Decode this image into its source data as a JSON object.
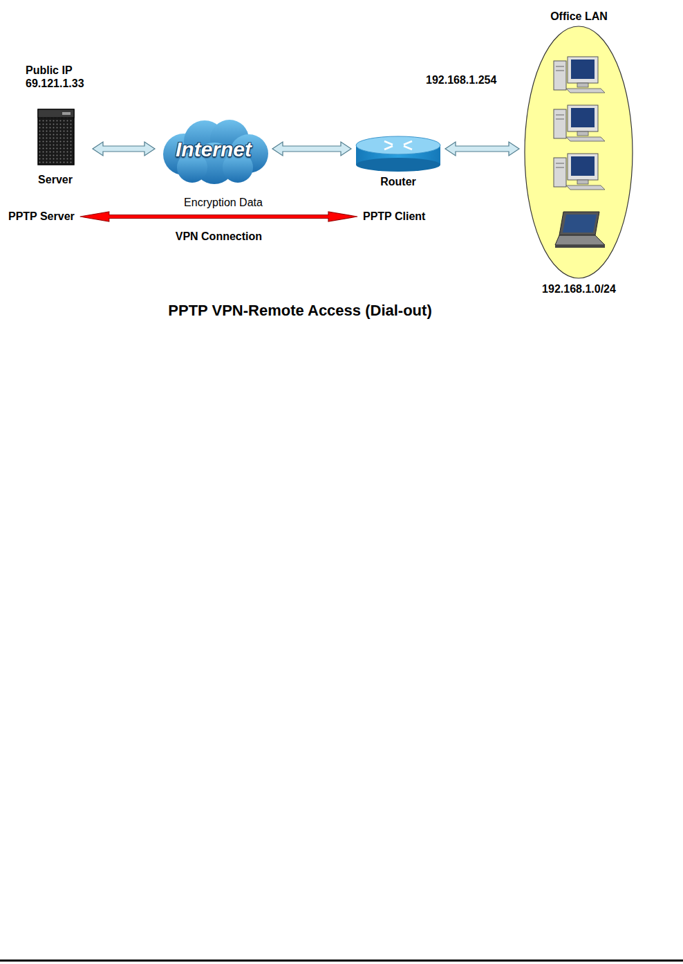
{
  "diagram": {
    "title": "PPTP VPN-Remote Access (Dial-out)",
    "nodes": [
      {
        "text": [
          "Public IP 69.121.1.33",
          "Server"
        ]
      },
      {
        "text": [
          "Internet"
        ]
      },
      {
        "text": [
          "Router"
        ]
      },
      {
        "text": [
          "Office LAN",
          "192.168.1.0/24"
        ]
      },
      {
        "text": [
          "PPTP Server"
        ]
      },
      {
        "text": [
          "PPTP Client"
        ]
      }
    ],
    "edges": [
      {
        "from": 0,
        "to": 1,
        "arrow": "both"
      },
      {
        "from": 1,
        "to": 2,
        "arrow": "both"
      },
      {
        "from": 2,
        "to": 3,
        "arrow": "both"
      },
      {
        "from": 4,
        "to": 5,
        "arrow": "both",
        "label": "VPN Connection"
      }
    ],
    "labels": [
      "192.168.1.254",
      "Encryption Data"
    ]
  }
}
